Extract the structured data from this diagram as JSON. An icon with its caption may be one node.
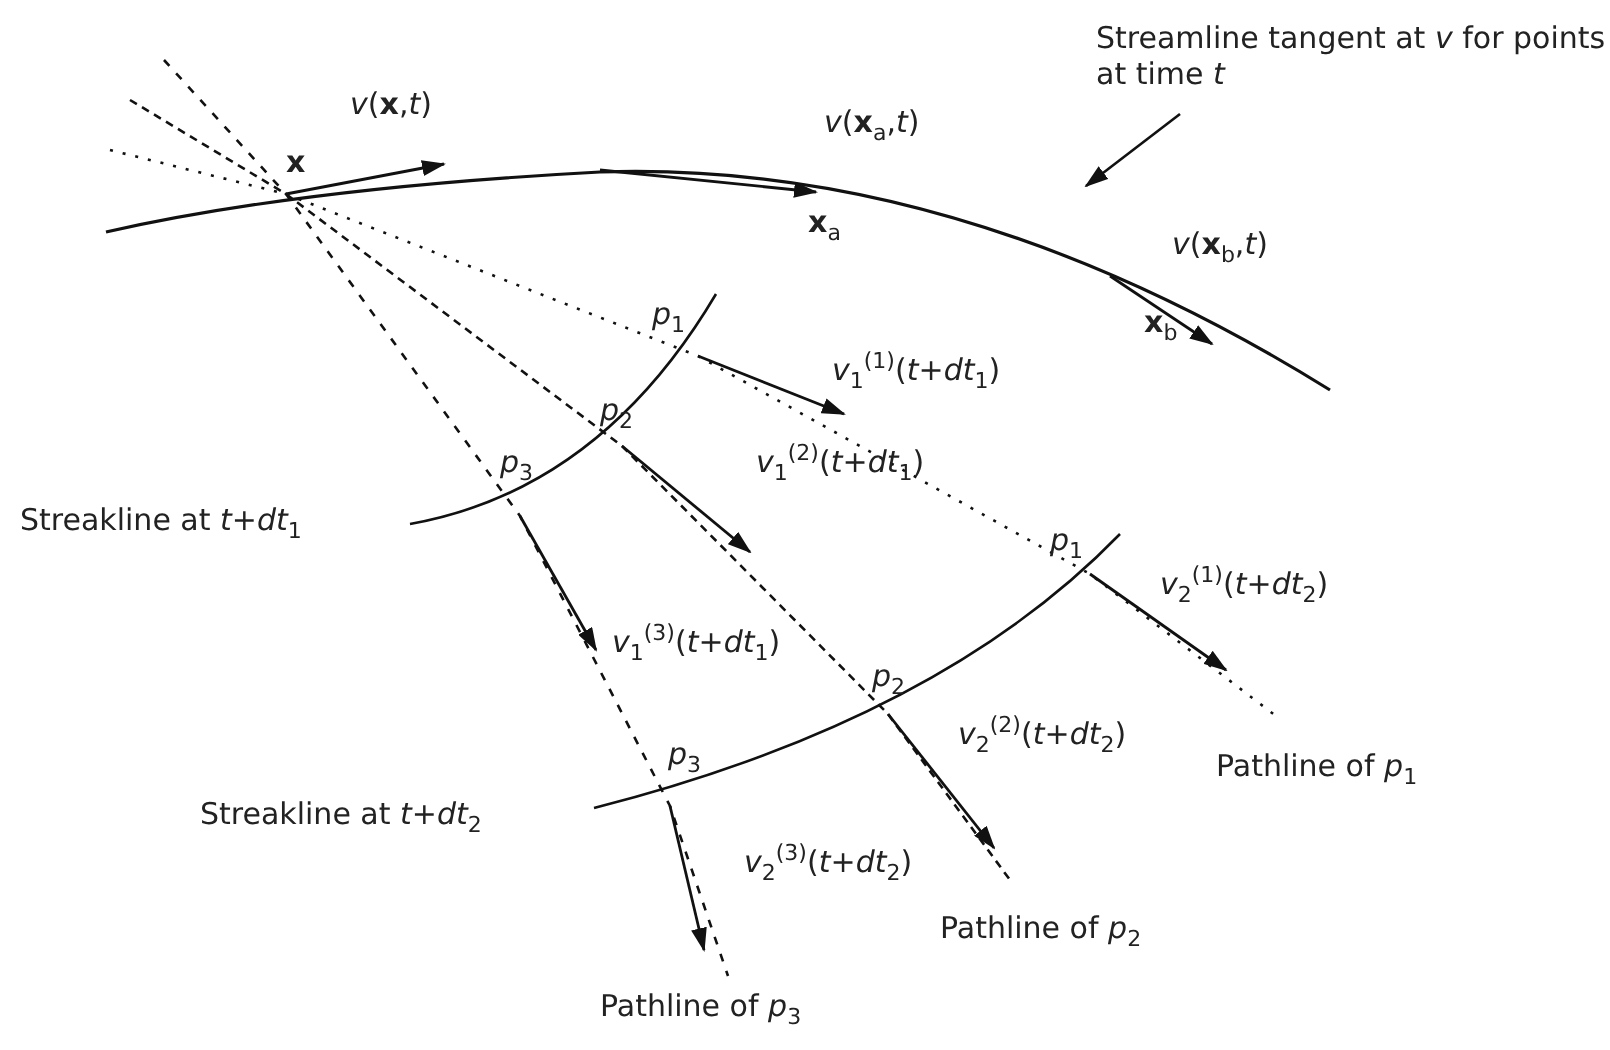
{
  "diagram": {
    "nodes": [
      {
        "text": [
          "Streamline tangent at *v* for points at time *t*"
        ]
      },
      {
        "text": [],
        "shape": "curve"
      }
    ],
    "edges": [
      {
        "from": 0,
        "to": 1,
        "arrow": "to"
      }
    ],
    "labels": [
      "*v*(**x**,*t*)",
      "**x**",
      "*v*(**x**$_{a}$,*t*)",
      "**x**$_{a}$",
      "*v*(**x**$_{b}$,*t*)",
      "**x**$_{b}$",
      "*p*$_{1}$",
      "*v*$_{1}$$^{(1)}$(*t*+*dt*$_{1}$)",
      "*p*$_{2}$",
      "*v*$_{1}$$^{(2)}$(*t*+*dt*$_{1}$)",
      "*p*$_{3}$",
      "Streakline at *t*+*dt*$_{1}$",
      "*p*$_{1}$",
      "*v*$_{2}$$^{(1)}$(*t*+*dt*$_{2}$)",
      "*v*$_{1}$$^{(3)}$(*t*+*dt*$_{1}$)",
      "*p*$_{2}$",
      "*v*$_{2}$$^{(2)}$(*t*+*dt*$_{2}$)",
      "*p*$_{3}$",
      "Streakline at *t*+*dt*$_{2}$",
      "*v*$_{2}$$^{(3)}$(*t*+*dt*$_{2}$)",
      "Pathline of *p*$_{1}$",
      "Pathline of *p*$_{2}$",
      "Pathline of *p*$_{3}$"
    ]
  }
}
